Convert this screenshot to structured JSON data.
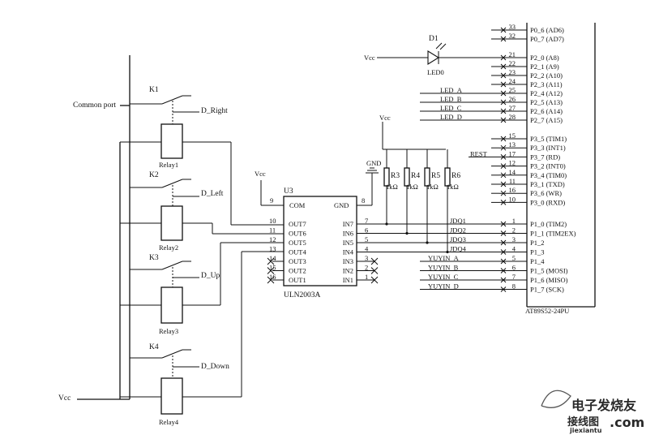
{
  "relays": {
    "common_port": "Common port",
    "vcc": "Vcc",
    "items": [
      {
        "k": "K1",
        "relay": "Relay1",
        "out": "D_Right"
      },
      {
        "k": "K2",
        "relay": "Relay2",
        "out": "D_Left"
      },
      {
        "k": "K3",
        "relay": "Relay3",
        "out": "D_Up"
      },
      {
        "k": "K4",
        "relay": "Relay4",
        "out": "D_Down"
      }
    ]
  },
  "uln": {
    "ref": "U3",
    "part": "ULN2003A",
    "vcc": "Vcc",
    "gnd": "GND",
    "com": "COM",
    "gnd_pin": "GND",
    "com_num": "9",
    "gnd_num": "8",
    "left_pins": [
      {
        "num": "10",
        "name": "OUT7"
      },
      {
        "num": "11",
        "name": "OUT6"
      },
      {
        "num": "12",
        "name": "OUT5"
      },
      {
        "num": "13",
        "name": "OUT4"
      },
      {
        "num": "14",
        "name": "OUT3"
      },
      {
        "num": "15",
        "name": "OUT2"
      },
      {
        "num": "16",
        "name": "OUT1"
      }
    ],
    "right_pins": [
      {
        "num": "7",
        "name": "IN7"
      },
      {
        "num": "6",
        "name": "IN6"
      },
      {
        "num": "5",
        "name": "IN5"
      },
      {
        "num": "4",
        "name": "IN4"
      },
      {
        "num": "3",
        "name": "IN3"
      },
      {
        "num": "2",
        "name": "IN2"
      },
      {
        "num": "1",
        "name": "IN1"
      }
    ]
  },
  "resistors": {
    "vcc": "Vcc",
    "items": [
      {
        "ref": "R3",
        "val": "1kΩ"
      },
      {
        "ref": "R4",
        "val": "1kΩ"
      },
      {
        "ref": "R5",
        "val": "1kΩ"
      },
      {
        "ref": "R6",
        "val": "1kΩ"
      }
    ]
  },
  "led": {
    "ref": "D1",
    "name": "LED0",
    "vcc": "Vcc"
  },
  "mcu": {
    "part": "AT89S52-24PU",
    "pins": [
      {
        "num": "33",
        "name": "P0_6 (AD6)",
        "net": ""
      },
      {
        "num": "32",
        "name": "P0_7 (AD7)",
        "net": ""
      },
      {
        "num": "21",
        "name": "P2_0 (A8)",
        "net": ""
      },
      {
        "num": "22",
        "name": "P2_1 (A9)",
        "net": ""
      },
      {
        "num": "23",
        "name": "P2_2 (A10)",
        "net": ""
      },
      {
        "num": "24",
        "name": "P2_3 (A11)",
        "net": ""
      },
      {
        "num": "25",
        "name": "P2_4 (A12)",
        "net": "LED_A"
      },
      {
        "num": "26",
        "name": "P2_5 (A13)",
        "net": "LED_B"
      },
      {
        "num": "27",
        "name": "P2_6 (A14)",
        "net": "LED_C"
      },
      {
        "num": "28",
        "name": "P2_7 (A15)",
        "net": "LED_D"
      },
      {
        "num": "15",
        "name": "P3_5 (TIM1)",
        "net": ""
      },
      {
        "num": "13",
        "name": "P3_3 (INT1)",
        "net": ""
      },
      {
        "num": "17",
        "name": "P3_7 (RD)",
        "net": "REST"
      },
      {
        "num": "12",
        "name": "P3_2 (INT0)",
        "net": ""
      },
      {
        "num": "14",
        "name": "P3_4 (TIM0)",
        "net": ""
      },
      {
        "num": "11",
        "name": "P3_1 (TXD)",
        "net": ""
      },
      {
        "num": "16",
        "name": "P3_6 (WR)",
        "net": ""
      },
      {
        "num": "10",
        "name": "P3_0 (RXD)",
        "net": ""
      },
      {
        "num": "1",
        "name": "P1_0 (TIM2)",
        "net": "JDQ1"
      },
      {
        "num": "2",
        "name": "P1_1 (TIM2EX)",
        "net": "JDQ2"
      },
      {
        "num": "3",
        "name": "P1_2",
        "net": "JDQ3"
      },
      {
        "num": "4",
        "name": "P1_3",
        "net": "JDQ4"
      },
      {
        "num": "5",
        "name": "P1_4",
        "net": "YUYIN_A"
      },
      {
        "num": "6",
        "name": "P1_5 (MOSI)",
        "net": "YUYIN_B"
      },
      {
        "num": "7",
        "name": "P1_6 (MISO)",
        "net": "YUYIN_C"
      },
      {
        "num": "8",
        "name": "P1_7 (SCK)",
        "net": "YUYIN_D"
      }
    ]
  },
  "watermark": {
    "cn": "电子发烧友",
    "cn2": "接线图",
    "site": "jiexiantu",
    "com": ".com"
  }
}
